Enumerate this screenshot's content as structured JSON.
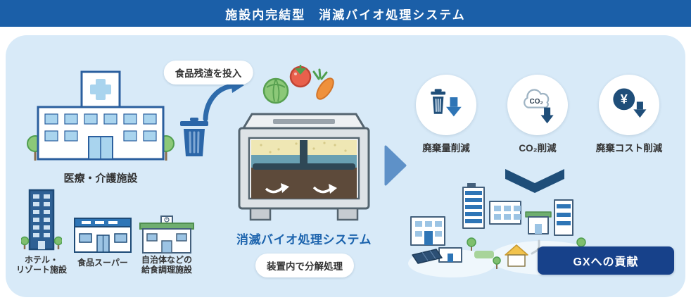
{
  "header": {
    "title": "施設内完結型　消滅バイオ処理システム"
  },
  "left": {
    "input_bubble": "食品残渣を投入",
    "hospital_label": "医療・介護施設",
    "facilities": [
      {
        "label": "ホテル・\nリゾート施設"
      },
      {
        "label": "食品スーパー"
      },
      {
        "label": "自治体などの\n給食調理施設"
      }
    ]
  },
  "machine": {
    "name": "消滅バイオ処理システム",
    "process_bubble": "装置内で分解処理"
  },
  "benefits": [
    {
      "icon": "waste-reduction-icon",
      "label": "廃棄量削減"
    },
    {
      "icon": "co2-reduction-icon",
      "icon_text": "CO₂",
      "label": "CO₂削減"
    },
    {
      "icon": "cost-reduction-icon",
      "icon_text": "¥",
      "label": "廃棄コスト削減"
    }
  ],
  "outcome": {
    "label": "GXへの貢献"
  },
  "colors": {
    "header_bg": "#1b5fa8",
    "panel_bg": "#d8eaf8",
    "accent_blue": "#2e75b6",
    "navy": "#1f4e79",
    "machine_label_color": "#1b63ad",
    "gx_bg": "#17418a"
  }
}
